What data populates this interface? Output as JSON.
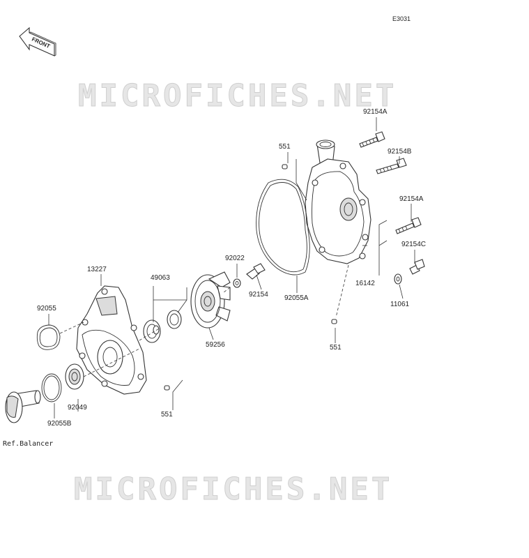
{
  "diagram_code": "E3031",
  "front_label": "FRONT",
  "watermark": "MICROFICHES.NET",
  "parts": {
    "p92154A_top": "92154A",
    "p92154B": "92154B",
    "p92154A_mid": "92154A",
    "p92154C": "92154C",
    "p551_top": "551",
    "p16142": "16142",
    "p11061": "11061",
    "p551_mid": "551",
    "p92055A": "92055A",
    "p92022": "92022",
    "p92154": "92154",
    "p49063": "49063",
    "p59256": "59256",
    "p13227": "13227",
    "p92055": "92055",
    "p92049": "92049",
    "p92055B": "92055B",
    "p551_low": "551"
  },
  "ref_label": "Ref.Balancer"
}
